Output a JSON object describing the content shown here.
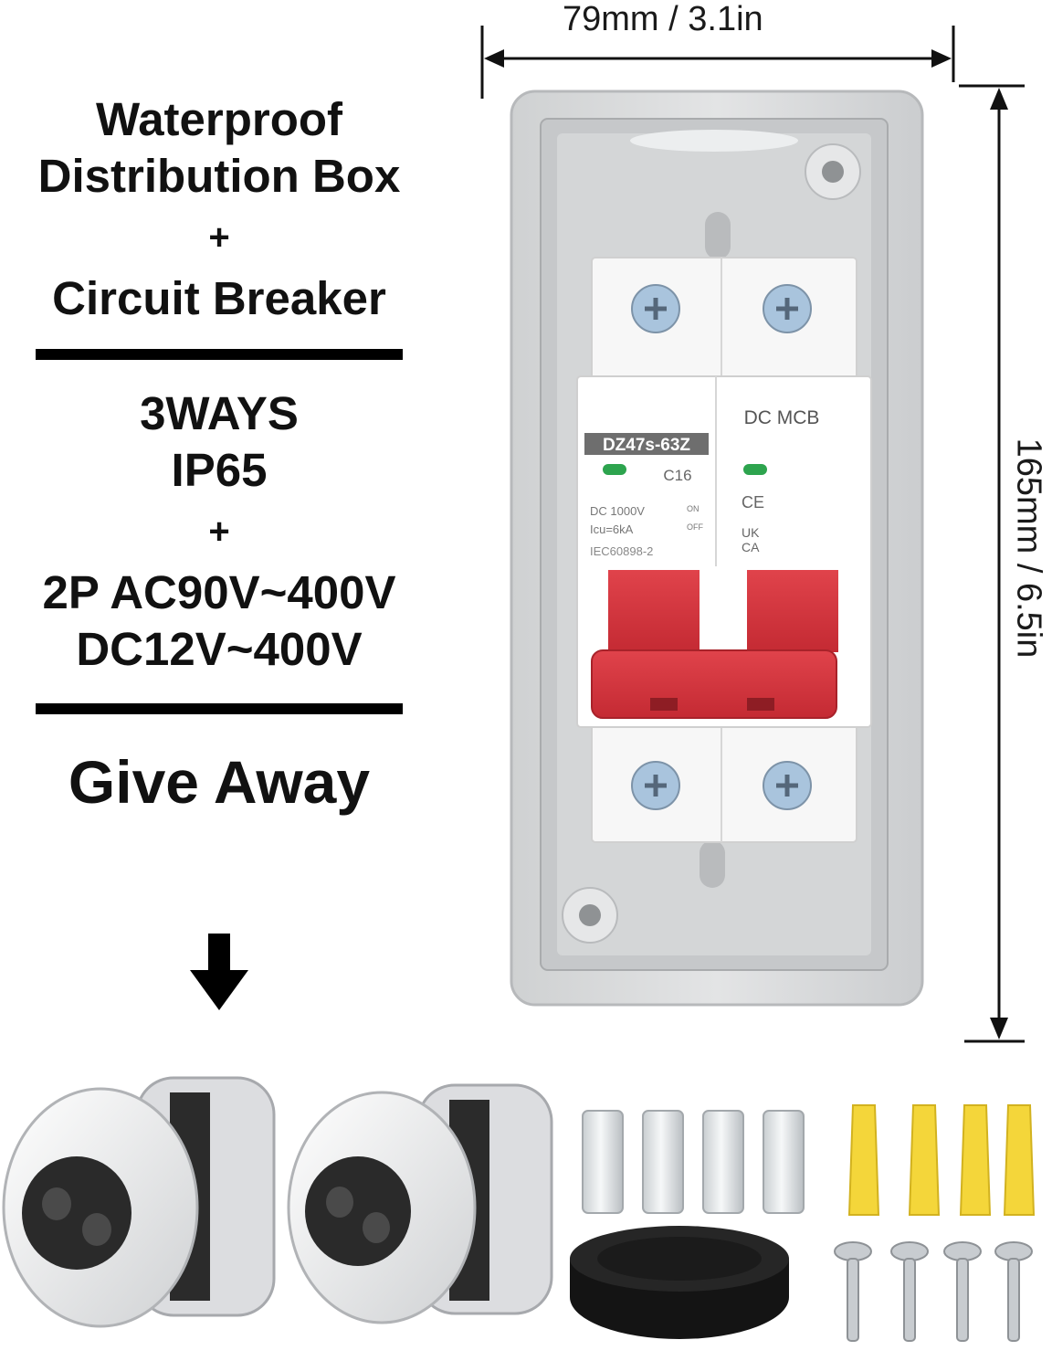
{
  "headline": {
    "line1": "Waterproof",
    "line2": "Distribution Box",
    "plus1": "+",
    "line3": "Circuit Breaker"
  },
  "specs": {
    "ways": "3WAYS",
    "rating": "IP65",
    "plus2": "+",
    "ac_range": "2P AC90V~400V",
    "dc_range": "DC12V~400V"
  },
  "giveaway": {
    "label": "Give Away"
  },
  "dimensions": {
    "width": "79mm / 3.1in",
    "height": "165mm / 6.5in"
  },
  "breaker": {
    "model": "DZ47s-63Z",
    "type": "DC MCB",
    "curve": "C16",
    "voltage": "DC 1000V",
    "icu": "Icu=6kA",
    "on": "ON",
    "off": "OFF",
    "standard": "IEC60898-2",
    "ce": "CE",
    "uk": "UK",
    "ca": "CA",
    "body_color": "#ffffff",
    "handle_color": "#d8313a"
  },
  "colors": {
    "enclosure": "#d9dbdc",
    "enclosure_inner": "#c7c9cb",
    "gland": "#f2f2f2",
    "ferrule": "#e2e6e8",
    "anchor": "#f4d63a",
    "screw": "#c8ccd0",
    "tape": "#141414"
  }
}
